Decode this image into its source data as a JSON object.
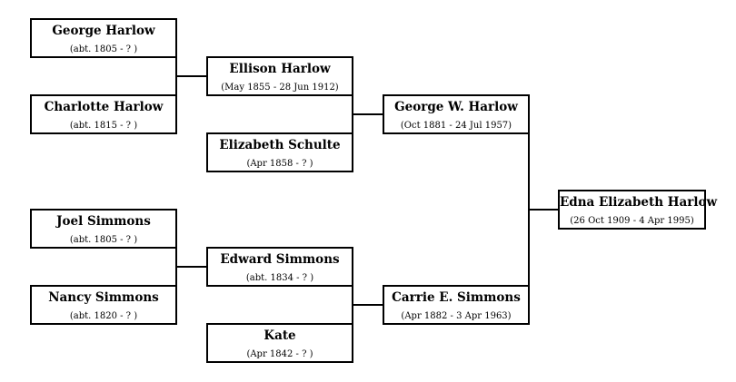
{
  "people": {
    "george_harlow": {
      "name": "George Harlow",
      "dates": "(abt. 1805 - ? )"
    },
    "charlotte_harlow": {
      "name": "Charlotte Harlow",
      "dates": "(abt. 1815 - ? )"
    },
    "ellison_harlow": {
      "name": "Ellison Harlow",
      "dates": "(May 1855 - 28 Jun 1912)"
    },
    "elizabeth_schulte": {
      "name": "Elizabeth Schulte",
      "dates": "(Apr 1858 - ? )"
    },
    "george_w_harlow": {
      "name": "George W. Harlow",
      "dates": "(Oct 1881 - 24 Jul 1957)"
    },
    "joel_simmons": {
      "name": "Joel Simmons",
      "dates": "(abt. 1805 - ? )"
    },
    "nancy_simmons": {
      "name": "Nancy Simmons",
      "dates": "(abt. 1820 - ? )"
    },
    "edward_simmons": {
      "name": "Edward Simmons",
      "dates": "(abt. 1834 - ? )"
    },
    "kate": {
      "name": "Kate",
      "dates": "(Apr 1842 - ? )"
    },
    "carrie_e_simmons": {
      "name": "Carrie E. Simmons",
      "dates": "(Apr 1882 - 3 Apr 1963)"
    },
    "edna_elizabeth_harlow": {
      "name": "Edna Elizabeth Harlow",
      "dates": "(26 Oct 1909 - 4 Apr 1995)"
    }
  }
}
